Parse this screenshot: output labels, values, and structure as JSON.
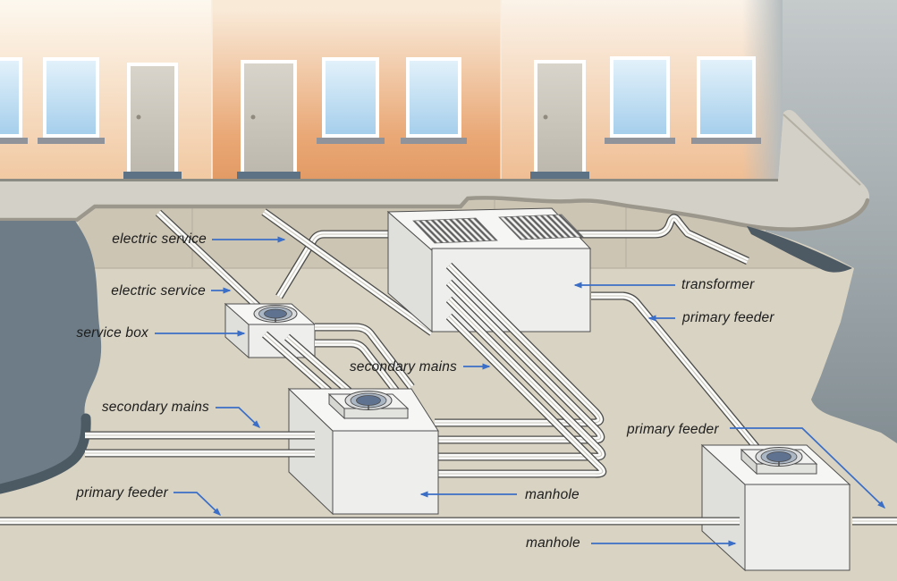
{
  "diagram": {
    "subject": "underground electrical distribution network cutaway",
    "labels": [
      {
        "id": "electric-service-1",
        "text": "electric service",
        "arrow": "right"
      },
      {
        "id": "electric-service-2",
        "text": "electric service",
        "arrow": "right"
      },
      {
        "id": "service-box",
        "text": "service box",
        "arrow": "right"
      },
      {
        "id": "secondary-mains-center",
        "text": "secondary mains",
        "arrow": "right"
      },
      {
        "id": "secondary-mains-left",
        "text": "secondary mains",
        "arrow": "down-right"
      },
      {
        "id": "primary-feeder-left",
        "text": "primary feeder",
        "arrow": "down-right"
      },
      {
        "id": "transformer",
        "text": "transformer",
        "arrow": "left"
      },
      {
        "id": "primary-feeder-right-top",
        "text": "primary feeder",
        "arrow": "left"
      },
      {
        "id": "primary-feeder-right-bottom",
        "text": "primary feeder",
        "arrow": "down-right"
      },
      {
        "id": "manhole-center",
        "text": "manhole",
        "arrow": "left"
      },
      {
        "id": "manhole-bottom",
        "text": "manhole",
        "arrow": "right"
      }
    ],
    "colors": {
      "arrow_blue": "#3b6ec6",
      "label_text": "#1d1d1d",
      "ground_tan": "#d9d3c3",
      "trench_band": "#cdc5b4",
      "soil_dark": "#6d7c86",
      "facade_orange": "#e9a876",
      "window_glass": "#b7d6ee",
      "cable_white": "#fbfbf9",
      "cover_blue_gray": "#5f7390",
      "sky_gray": "#8b979c"
    }
  }
}
